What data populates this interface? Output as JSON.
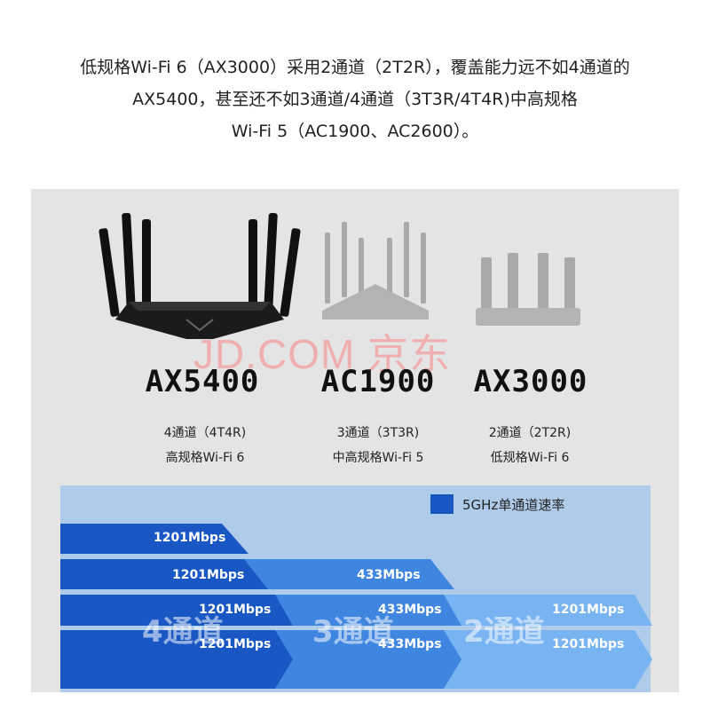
{
  "intro": {
    "line1": "低规格Wi-Fi 6（AX3000）采用2通道（2T2R），覆盖能力远不如4通道的",
    "line2": "AX5400，甚至还不如3通道/4通道（3T3R/4T4R)中高规格",
    "line3": "Wi-Fi 5（AC1900、AC2600）。"
  },
  "watermark": "JD.COM 京东",
  "routers": [
    {
      "model": "AX5400",
      "channels": "4通道（4T4R)",
      "tier": "高规格Wi-Fi 6"
    },
    {
      "model": "AC1900",
      "channels": "3通道（3T3R)",
      "tier": "中高规格Wi-Fi 5"
    },
    {
      "model": "AX3000",
      "channels": "2通道（2T2R)",
      "tier": "低规格Wi-Fi 6"
    }
  ],
  "legend": {
    "label": "5GHz单通道速率",
    "color": "#1958c4"
  },
  "channel_labels": [
    "4通道",
    "3通道",
    "2通道"
  ],
  "speeds": {
    "row1": [
      "1201Mbps"
    ],
    "row2": [
      "1201Mbps",
      "433Mbps"
    ],
    "row3": [
      "1201Mbps",
      "433Mbps",
      "1201Mbps"
    ],
    "row4": [
      "1201Mbps",
      "433Mbps",
      "1201Mbps"
    ]
  },
  "colors": {
    "dark_blue": "#1958c4",
    "mid_blue": "#3f86e0",
    "light_blue": "#78b3f2",
    "panel": "#e4e4e4"
  }
}
